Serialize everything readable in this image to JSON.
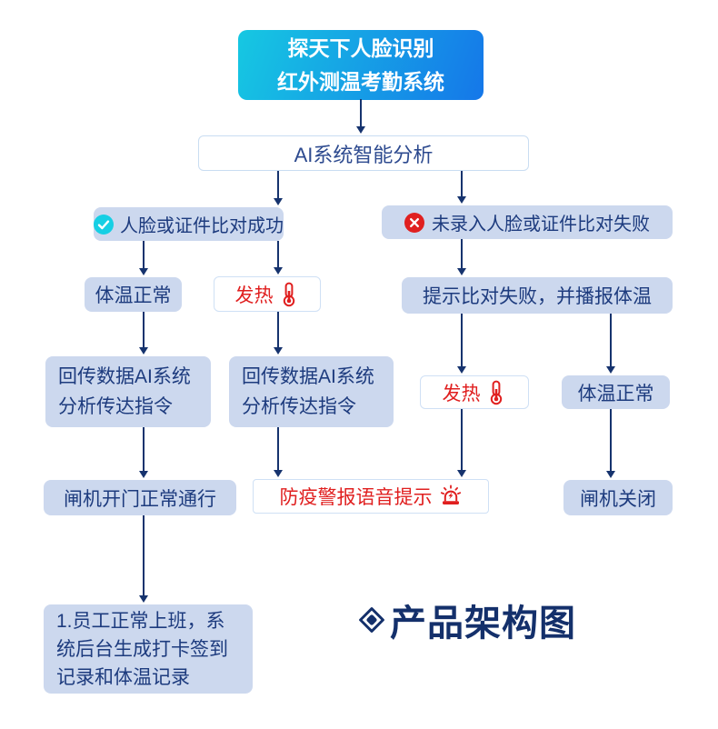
{
  "colors": {
    "gradient_start": "#16c8e2",
    "gradient_end": "#1577e9",
    "node_fill": "#ccd8ee",
    "node_text": "#1d3b7e",
    "arrow": "#16336e",
    "alert_red": "#e01f1f",
    "check_cyan": "#16cfe4",
    "fail_red": "#e02020",
    "title_navy": "#14306b"
  },
  "nodes": {
    "root": {
      "line1": "探天下人脸识别",
      "line2": "红外测温考勤系统"
    },
    "ai": {
      "label": "AI系统智能分析"
    },
    "success": {
      "label": "人脸或证件比对成功",
      "icon": "check-circle-icon"
    },
    "fail": {
      "label": "未录入人脸或证件比对失败",
      "icon": "x-circle-icon"
    },
    "temp_normal_left": {
      "label": "体温正常"
    },
    "fever_left": {
      "label": "发热",
      "icon": "thermometer-icon"
    },
    "prompt_fail": {
      "label": "提示比对失败，并播报体温"
    },
    "relay_left": {
      "line1": "回传数据AI系统",
      "line2": "分析传达指令"
    },
    "relay_mid": {
      "line1": "回传数据AI系统",
      "line2": "分析传达指令"
    },
    "fever_right": {
      "label": "发热",
      "icon": "thermometer-icon"
    },
    "temp_normal_right": {
      "label": "体温正常"
    },
    "gate_open": {
      "label": "闸机开门正常通行"
    },
    "alarm": {
      "label": "防疫警报语音提示",
      "icon": "siren-icon"
    },
    "gate_closed": {
      "label": "闸机关闭"
    },
    "record": {
      "label": "1.员工正常上班，系统后台生成打卡签到记录和体温记录"
    }
  },
  "caption": {
    "label": "产品架构图",
    "icon": "diamond-icon"
  }
}
